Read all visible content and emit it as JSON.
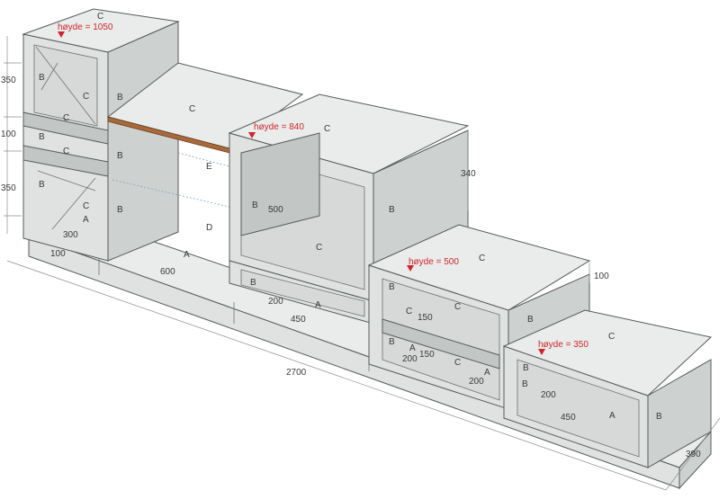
{
  "levels": [
    {
      "id": "h1050",
      "text": "høyde = 1050"
    },
    {
      "id": "h840",
      "text": "høyde = 840"
    },
    {
      "id": "h500",
      "text": "høyde = 500"
    },
    {
      "id": "h350",
      "text": "høyde = 350"
    }
  ],
  "dimensions": {
    "left_350_top": "350",
    "left_100": "100",
    "left_350_bottom": "350",
    "d300": "300",
    "d100": "100",
    "d600": "600",
    "d500": "500",
    "d340": "340",
    "d100_right": "100",
    "d200_a": "200",
    "d450_a": "450",
    "d150_a": "150",
    "d150_b": "150",
    "d200_b": "200",
    "d200_c": "200",
    "d200_d": "200",
    "d450_b": "450",
    "d2700": "2700",
    "d390": "390"
  },
  "part_letters": {
    "C1": "C",
    "B1": "B",
    "C2": "C",
    "B2": "B",
    "C3": "C",
    "B3": "B",
    "C4": "C",
    "B4": "B",
    "B5": "B",
    "C5": "C",
    "A1": "A",
    "B6": "B",
    "C6": "C",
    "E": "E",
    "D": "D",
    "A2": "A",
    "C7": "C",
    "B7": "B",
    "B8": "B",
    "C8": "C",
    "B9": "B",
    "A3": "A",
    "C9": "C",
    "B10": "B",
    "C10": "C",
    "C11": "C",
    "B11": "B",
    "A4": "A",
    "C12": "C",
    "A5": "A",
    "B12": "B",
    "C13": "C",
    "B13": "B",
    "B14": "B",
    "A6": "A",
    "B15": "B"
  }
}
